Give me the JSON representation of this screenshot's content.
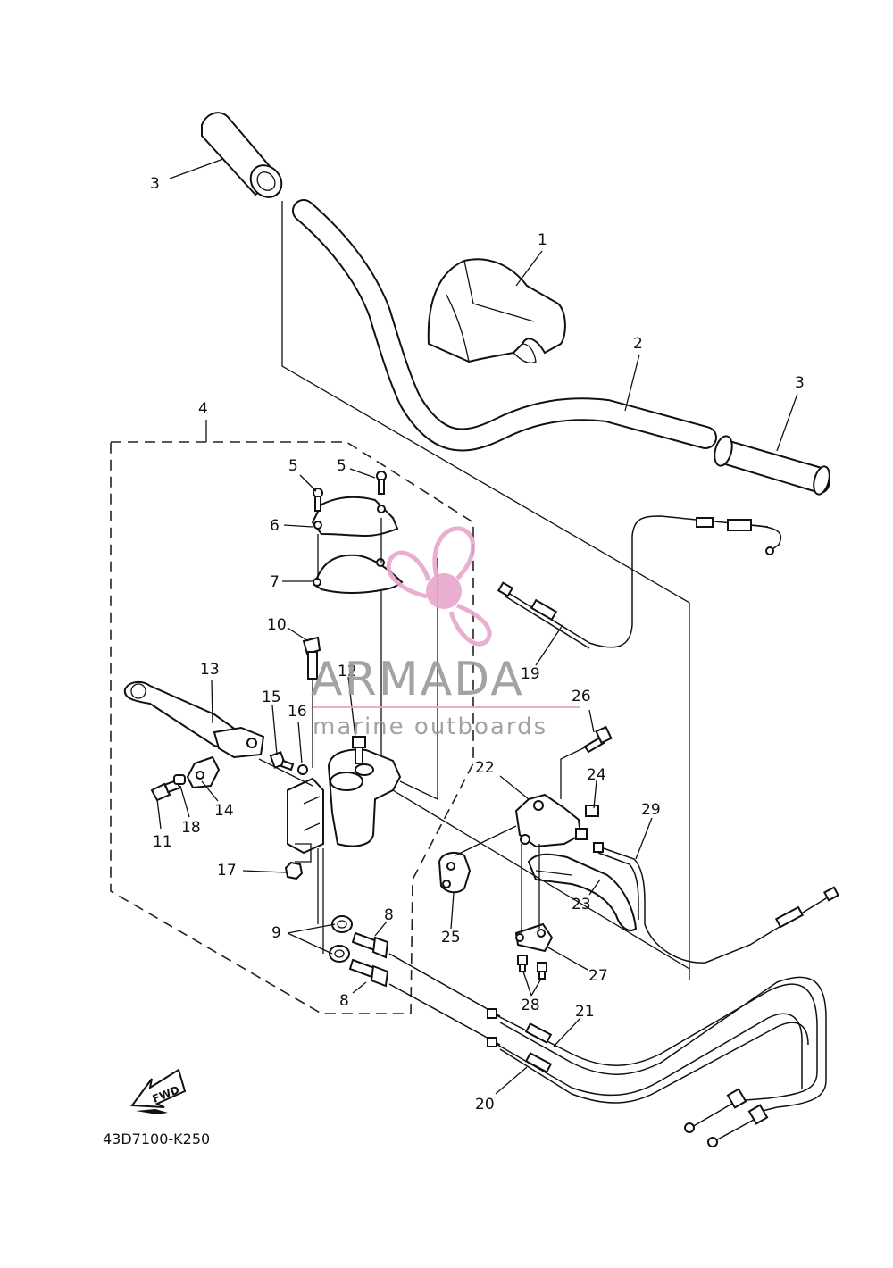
{
  "diagram": {
    "part_code": "43D7100-K250",
    "fwd_label": "FWD",
    "callouts": {
      "c1": "1",
      "c2": "2",
      "c3a": "3",
      "c3b": "3",
      "c4": "4",
      "c5a": "5",
      "c5b": "5",
      "c6": "6",
      "c7": "7",
      "c8a": "8",
      "c8b": "8",
      "c9": "9",
      "c10": "10",
      "c11": "11",
      "c12": "12",
      "c13": "13",
      "c14": "14",
      "c15": "15",
      "c16": "16",
      "c17": "17",
      "c18": "18",
      "c19": "19",
      "c20": "20",
      "c21": "21",
      "c22": "22",
      "c23": "23",
      "c24": "24",
      "c25": "25",
      "c26": "26",
      "c27": "27",
      "c28": "28",
      "c29": "29"
    }
  },
  "watermark": {
    "brand": "ARMADA",
    "tagline": "marine outboards",
    "color": "#e7a6cc",
    "text_color": "#9a9a9a"
  }
}
